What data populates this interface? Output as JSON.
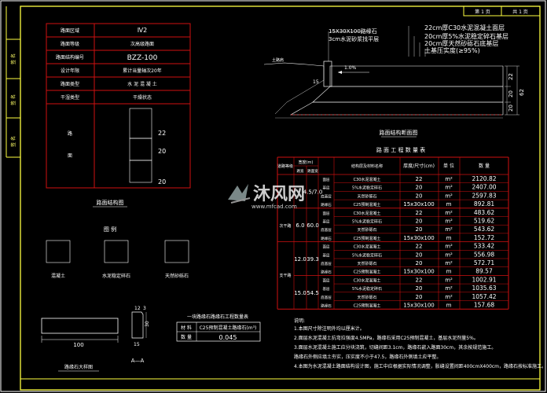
{
  "title_block": {
    "page_label": "第 1 页",
    "total_label": "共 1 页"
  },
  "left_stamps": [
    "签 名",
    "签 名",
    "签 名"
  ],
  "info_table": {
    "rows": [
      {
        "label": "路面区域",
        "value": "Ⅳ2"
      },
      {
        "label": "路面等级",
        "value": "次高级路面"
      },
      {
        "label": "路面结构编号",
        "value": "BZZ-100"
      },
      {
        "label": "设计年限",
        "value": "累计当量轴次20年"
      },
      {
        "label": "路面类型",
        "value": "水 泥 混 凝 土"
      },
      {
        "label": "干湿类型",
        "value": "干燥状态"
      }
    ],
    "struct_label": [
      "路",
      "面"
    ],
    "layer_dims": [
      "22",
      "20",
      "20"
    ],
    "caption": "路面结构图"
  },
  "legend": {
    "title": "图 例",
    "items": [
      "混凝土",
      "水泥稳定碎石",
      "天然砂砾石"
    ]
  },
  "curb": {
    "dim_length": "100",
    "dims_right": [
      "12",
      "3",
      "30",
      "15"
    ],
    "caption_left": "路缘石大样图",
    "caption_right": "A—A"
  },
  "curb_qty": {
    "title": "一块路缘石路缘石工程数量表",
    "material_label": "材 料",
    "material": "C25预制混凝土路缘石(m³)",
    "qty_label": "数 量",
    "qty": "0.045"
  },
  "section": {
    "labels": [
      "15X30X100路缘石",
      "3cm水泥砂浆找平层",
      "22cm厚C30水泥混凝土面层",
      "20cm厚5%水泥稳定碎石基层",
      "20cm厚天然砂砾石底基层",
      "土基压实度(≥95%)"
    ],
    "slope": "1.0%",
    "left_label": "土路肩",
    "dims_right": [
      "22",
      "20",
      "20",
      "62"
    ],
    "dim_left": "15",
    "caption": "路面结构断面图"
  },
  "qty_table": {
    "title": "路 面 工 程 数 量 表",
    "headers": [
      "道路等级",
      "宽度(m)",
      "",
      "结构层及材料名称",
      "厚度/尺寸(cm)",
      "单 位",
      "数 量"
    ],
    "sub_headers": [
      "路宽",
      "路面宽"
    ],
    "groups": [
      {
        "name": "",
        "w1": "",
        "w2": "4.5/7.0",
        "rows": [
          {
            "layer": "面层",
            "mat": "C30水泥混凝土",
            "thk": "22",
            "unit": "m²",
            "qty": "2120.82"
          },
          {
            "layer": "基层",
            "mat": "5%水泥稳定碎石",
            "thk": "20",
            "unit": "m²",
            "qty": "2407.00"
          },
          {
            "layer": "底基层",
            "mat": "天然砂砾石",
            "thk": "20",
            "unit": "m²",
            "qty": "2597.83"
          },
          {
            "layer": "路缘石",
            "mat": "C25预制混凝土",
            "thk": "15x30x100",
            "unit": "m",
            "qty": "892.81"
          }
        ]
      },
      {
        "name": "次干路",
        "w1": "6.0",
        "w2": "60.0",
        "rows": [
          {
            "layer": "面层",
            "mat": "C30水泥混凝土",
            "thk": "22",
            "unit": "m²",
            "qty": "483.62"
          },
          {
            "layer": "基层",
            "mat": "5%水泥稳定碎石",
            "thk": "20",
            "unit": "m²",
            "qty": "519.62"
          },
          {
            "layer": "底基层",
            "mat": "天然砂砾石",
            "thk": "20",
            "unit": "m²",
            "qty": "543.62"
          },
          {
            "layer": "路缘石",
            "mat": "C25预制混凝土",
            "thk": "15x30x100",
            "unit": "m",
            "qty": "152.72"
          }
        ]
      },
      {
        "name": "",
        "w1": "12.0",
        "w2": "39.3",
        "rows": [
          {
            "layer": "面层",
            "mat": "C30水泥混凝土",
            "thk": "22",
            "unit": "m²",
            "qty": "533.42"
          },
          {
            "layer": "基层",
            "mat": "5%水泥稳定碎石",
            "thk": "20",
            "unit": "m²",
            "qty": "556.98"
          },
          {
            "layer": "底基层",
            "mat": "天然砂砾石",
            "thk": "20",
            "unit": "m²",
            "qty": "572.71"
          },
          {
            "layer": "路缘石",
            "mat": "C25预制混凝土",
            "thk": "15x30x100",
            "unit": "m",
            "qty": "89.57"
          }
        ]
      },
      {
        "name": "",
        "w1": "15.0",
        "w2": "54.5",
        "rows": [
          {
            "layer": "面层",
            "mat": "C30水泥混凝土",
            "thk": "22",
            "unit": "m²",
            "qty": "1002.91"
          },
          {
            "layer": "基层",
            "mat": "5%水泥稳定碎石",
            "thk": "20",
            "unit": "m²",
            "qty": "1035.63"
          },
          {
            "layer": "底基层",
            "mat": "天然砂砾石",
            "thk": "20",
            "unit": "m²",
            "qty": "1057.42"
          },
          {
            "layer": "路缘石",
            "mat": "C25预制混凝土",
            "thk": "15x30x100",
            "unit": "m",
            "qty": "157.68"
          }
        ]
      }
    ],
    "side_label": "支干路"
  },
  "notes": {
    "title": "说明:",
    "lines": [
      "1.本图尺寸除注明外均以厘米计。",
      "2.面层水泥混凝土抗弯拉强度4.5MPa，路缘石采用C25预制混凝土，基层水泥剂量5%。",
      "3.面层水泥混凝土施工应分块浇筑，切缝间距3.1cm，路缘石嵌入路面30cm，其余按规范施工。",
      "   路缘石外侧应填土夯实，压实度不小于47.5，路缘石外侧填土应平整。",
      "4.本图为水泥混凝土路面结构设计图，施工中应根据实际情况调整，胀缝设置间距400cmX400cm，路缘石按标准施工。"
    ]
  },
  "watermark": {
    "brand": "沐风网",
    "url": "www.mfcad.com"
  }
}
